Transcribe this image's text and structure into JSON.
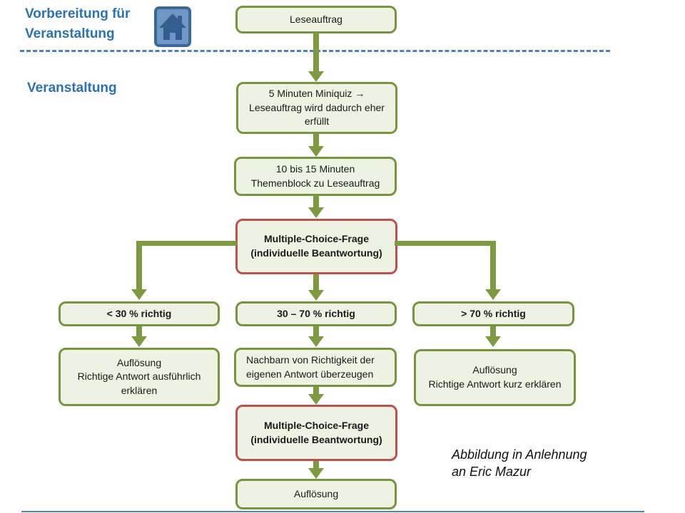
{
  "slide": {
    "phase_labels": {
      "preparation": "Vorbereitung für\nVeranstaltung",
      "event": "Veranstaltung"
    },
    "caption": "Abbildung in Anlehnung\nan Eric Mazur"
  },
  "flowchart": {
    "nodes": {
      "leseauftrag": "Leseauftrag",
      "miniquiz": "5 Minuten Miniquiz →\nLeseauftrag wird dadurch eher erfüllt",
      "themenblock": "10 bis 15 Minuten\nThemenblock zu Leseauftrag",
      "mc_question_1": "Multiple-Choice-Frage\n(individuelle Beantwortung)",
      "lt_30": "< 30 % richtig",
      "mid_30_70": "30 – 70 % richtig",
      "gt_70": "> 70 % richtig",
      "resolution_detailed": "Auflösung\nRichtige Antwort ausführlich erklären",
      "convince_neighbors": "Nachbarn von Richtigkeit der eigenen Antwort überzeugen",
      "mc_question_2": "Multiple-Choice-Frage\n(individuelle Beantwortung)",
      "resolution_brief": "Auflösung\nRichtige Antwort kurz erklären",
      "resolution_final": "Auflösung"
    }
  },
  "icons": {
    "home": "home-icon"
  },
  "colors": {
    "green_border": "#77953d",
    "green_fill": "#edf2e2",
    "red_border": "#c0504d",
    "olive_arrow": "#7d9b3e",
    "blue_accent": "#2a72b5",
    "dashed_line": "#4a80c0",
    "footer_line": "#4f81bd",
    "home_fill": "#6e97c4",
    "home_dark": "#335f90"
  }
}
